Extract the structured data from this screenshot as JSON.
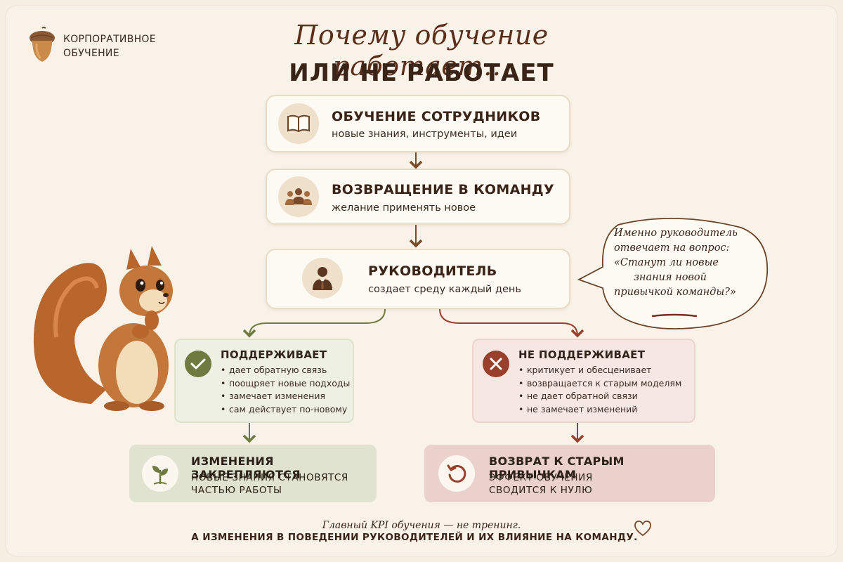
{
  "logo": {
    "line1": "КОРПОРАТИВНОЕ",
    "line2": "ОБУЧЕНИЕ"
  },
  "title": {
    "script": "Почему обучение работает…",
    "bold": "ИЛИ НЕ РАБОТАЕТ"
  },
  "steps": [
    {
      "title": "ОБУЧЕНИЕ СОТРУДНИКОВ",
      "subtitle": "новые знания, инструменты, идеи",
      "icon": "book-icon"
    },
    {
      "title": "ВОЗВРАЩЕНИЕ В КОМАНДУ",
      "subtitle": "желание применять новое",
      "icon": "team-icon"
    },
    {
      "title": "РУКОВОДИТЕЛЬ",
      "subtitle": "создает среду каждый день",
      "icon": "manager-icon"
    }
  ],
  "bubble": {
    "line1": "Именно руководитель",
    "line2": "отвечает на вопрос:",
    "line3": "«Станут ли новые",
    "line4": "знания новой",
    "line5": "привычкой команды?»"
  },
  "supports": {
    "title": "ПОДДЕРЖИВАЕТ",
    "items": [
      "дает обратную связь",
      "поощряет новые подходы",
      "замечает изменения",
      "сам действует по-новому"
    ],
    "icon": "check-icon"
  },
  "not_supports": {
    "title": "НЕ ПОДДЕРЖИВАЕТ",
    "items": [
      "критикует и обесценивает",
      "возвращается к старым моделям",
      "не дает обратной связи",
      "не замечает изменений"
    ],
    "icon": "cross-icon"
  },
  "result_yes": {
    "title": "ИЗМЕНЕНИЯ ЗАКРЕПЛЯЮТСЯ",
    "line1": "НОВЫЕ ЗНАНИЯ СТАНОВЯТСЯ",
    "line2": "ЧАСТЬЮ РАБОТЫ",
    "icon": "sprout-icon"
  },
  "result_no": {
    "title": "ВОЗВРАТ К СТАРЫМ ПРИВЫЧКАМ",
    "line1": "ЭФФЕКТ ОБУЧЕНИЯ",
    "line2": "СВОДИТСЯ К НУЛЮ",
    "icon": "undo-icon"
  },
  "footer": {
    "line1": "Главный KPI обучения — не тренинг.",
    "line2": "А ИЗМЕНЕНИЯ В ПОВЕДЕНИИ РУКОВОДИТЕЛЕЙ И ИХ ВЛИЯНИЕ НА КОМАНДУ."
  },
  "colors": {
    "green": "#6e7a3f",
    "red": "#9a3f2c",
    "brown": "#7a4a2a",
    "background": "#f6efe4"
  }
}
